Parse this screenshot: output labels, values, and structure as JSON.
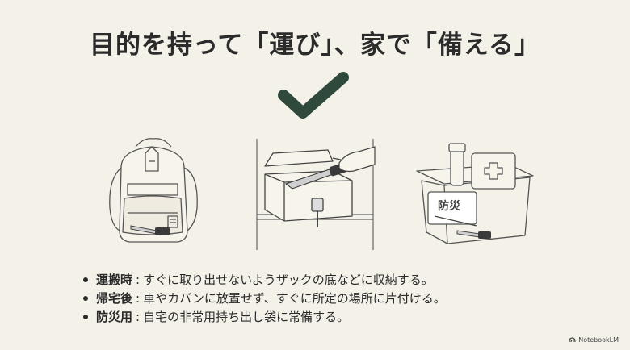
{
  "title": "目的を持って「運び」、家で「備える」",
  "bullets": [
    {
      "term": "運搬時",
      "separator": ":",
      "text": "すぐに取り出せないようザックの底などに収納する。"
    },
    {
      "term": "帰宅後",
      "separator": ":",
      "text": "車やカバンに放置せず、すぐに所定の場所に片付ける。"
    },
    {
      "term": "防災用",
      "separator": ":",
      "text": "自宅の非常用持ち出し袋に常備する。"
    }
  ],
  "illustrations": {
    "box_label": "防災"
  },
  "brand": "NotebookLM",
  "icons": [
    "checkmark-icon",
    "backpack-icon",
    "lockbox-icon",
    "emergency-box-icon",
    "notebooklm-logo-icon"
  ],
  "colors": {
    "background": "#f4f1e8",
    "check": "#2f4a3c",
    "text": "#2a2a2a"
  }
}
